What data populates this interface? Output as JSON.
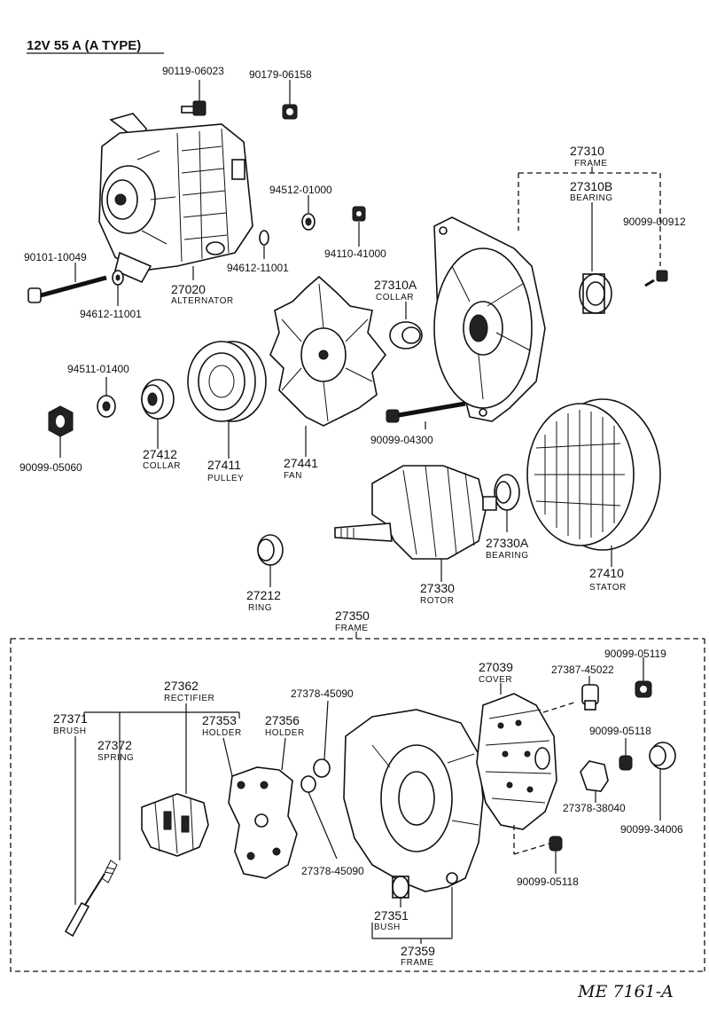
{
  "title": "12V 55 A (A TYPE)",
  "drawing_code": "ME 7161-A",
  "parts": {
    "bolt_90119": "90119-06023",
    "nut_90179": "90179-06158",
    "frame_27310": {
      "number": "27310",
      "name": "FRAME"
    },
    "bearing_27310b": {
      "number": "27310B",
      "name": "BEARING"
    },
    "washer_94512": "94512-01000",
    "nut_94110": "94110-41000",
    "screw_90099_00912": "90099-00912",
    "bolt_90101": "90101-10049",
    "washer_94612_a": "94612-11001",
    "alternator_27020": {
      "number": "27020",
      "name": "ALTERNATOR"
    },
    "washer_94612_b": "94612-11001",
    "collar_27310a": {
      "number": "27310A",
      "name": "COLLAR"
    },
    "washer_94511": "94511-01400",
    "nut_90099_05060": "90099-05060",
    "collar_27412": {
      "number": "27412",
      "name": "COLLAR"
    },
    "pulley_27411": {
      "number": "27411",
      "name": "PULLEY"
    },
    "fan_27441": {
      "number": "27441",
      "name": "FAN"
    },
    "bolt_90099_04300": "90099-04300",
    "bearing_27330a": {
      "number": "27330A",
      "name": "BEARING"
    },
    "stator_27410": {
      "number": "27410",
      "name": "STATOR"
    },
    "ring_27212": {
      "number": "27212",
      "name": "RING"
    },
    "rotor_27330": {
      "number": "27330",
      "name": "ROTOR"
    },
    "frame_27350": {
      "number": "27350",
      "name": "FRAME"
    },
    "rectifier_27362": {
      "number": "27362",
      "name": "RECTIFIER"
    },
    "insulator_27378_a": "27378-45090",
    "cover_27039": {
      "number": "27039",
      "name": "COVER"
    },
    "part_27387": "27387-45022",
    "nut_90099_05119": "90099-05119",
    "brush_27371": {
      "number": "27371",
      "name": "BRUSH"
    },
    "spring_27372": {
      "number": "27372",
      "name": "SPRING"
    },
    "holder_27353": {
      "number": "27353",
      "name": "HOLDER"
    },
    "holder_27356": {
      "number": "27356",
      "name": "HOLDER"
    },
    "nut_90099_05118_a": "90099-05118",
    "insulator_27378_b": "27378-38040",
    "cap_90099_34006": "90099-34006",
    "insulator_27378_c": "27378-45090",
    "nut_90099_05118_b": "90099-05118",
    "bush_27351": {
      "number": "27351",
      "name": "BUSH"
    },
    "frame_27359": {
      "number": "27359",
      "name": "FRAME"
    }
  }
}
